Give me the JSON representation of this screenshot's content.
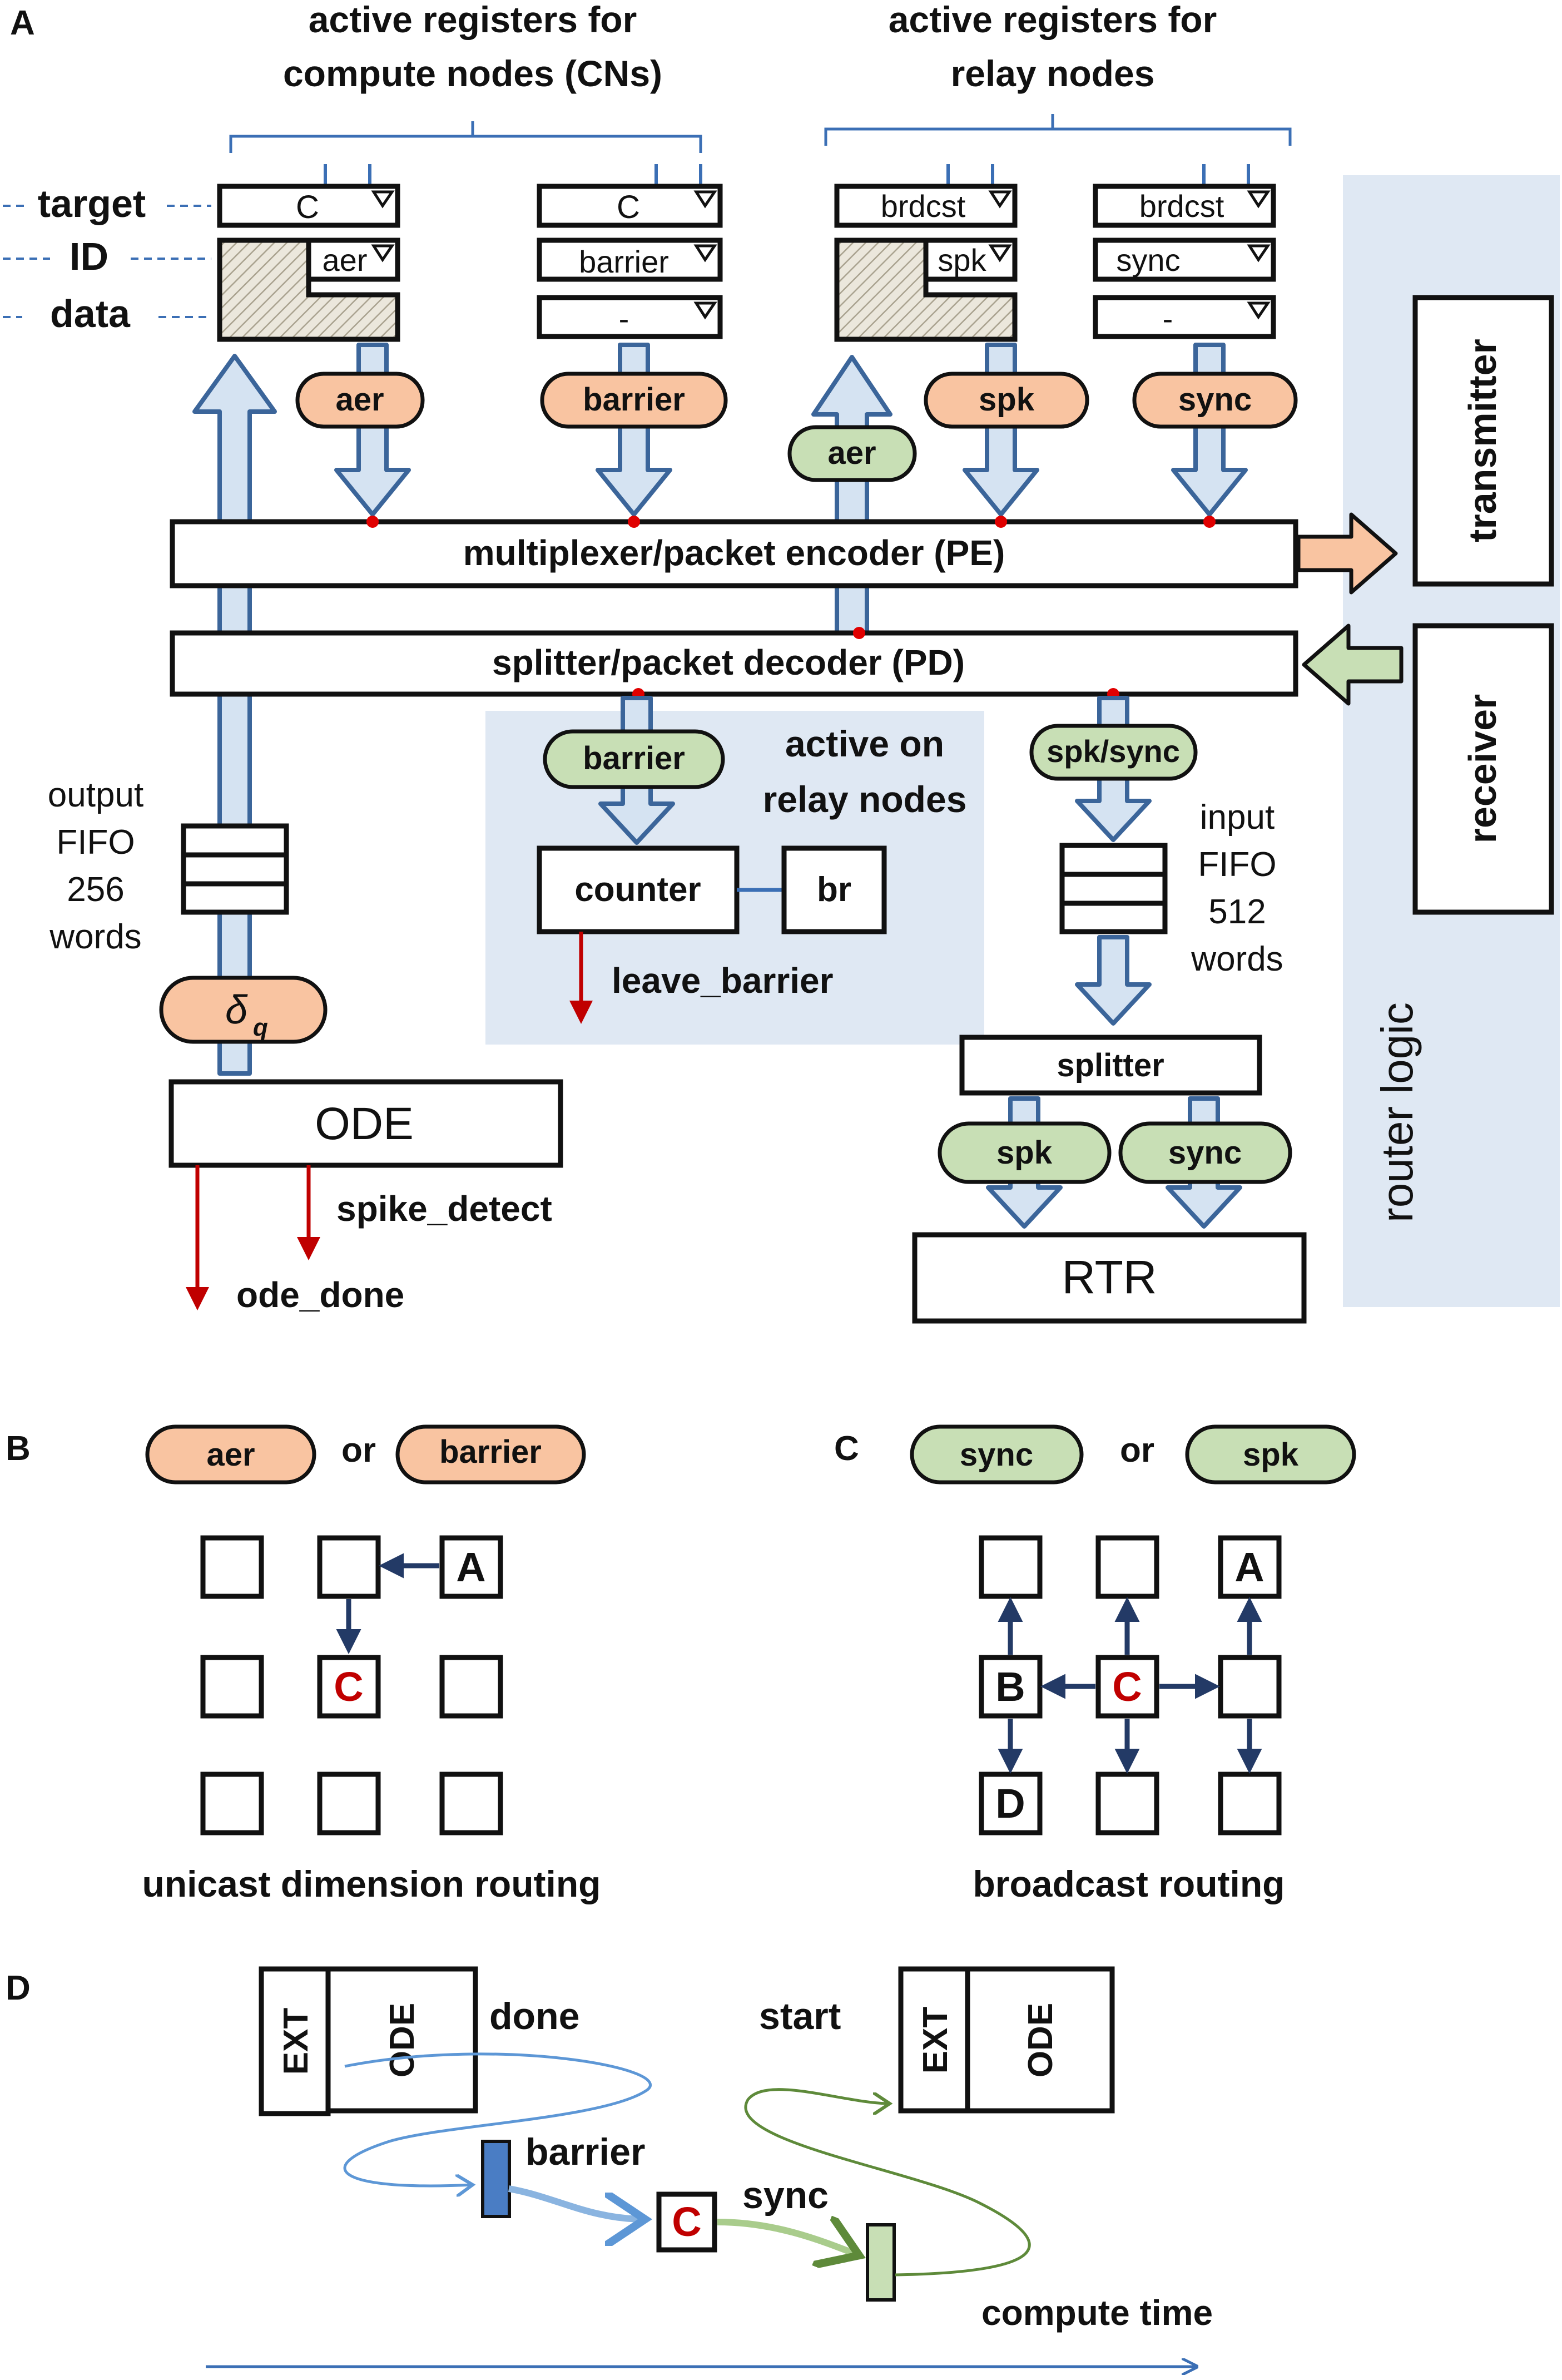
{
  "panels": {
    "a": "A",
    "b": "B",
    "c": "C",
    "d": "D"
  },
  "headers": {
    "cn_line1": "active registers for",
    "cn_line2": "compute nodes (CNs)",
    "relay_line1": "active registers for",
    "relay_line2": "relay nodes"
  },
  "row_labels": {
    "target": "target",
    "id": "ID",
    "data": "data"
  },
  "registers": {
    "r1_target": "C",
    "r1_id": "aer",
    "r2_target": "C",
    "r2_id": "barrier",
    "r2_data": "-",
    "r3_target": "brdcst",
    "r3_id": "spk",
    "r4_target": "brdcst",
    "r4_id": "sync",
    "r4_data": "-"
  },
  "pills": {
    "aer": "aer",
    "barrier": "barrier",
    "aer_in": "aer",
    "spk": "spk",
    "sync": "sync",
    "barrier_in": "barrier",
    "spk_sync": "spk/sync",
    "delta": "δ",
    "delta_sub": "q",
    "spk_out": "spk",
    "sync_out": "sync"
  },
  "blocks": {
    "pe": "multiplexer/packet encoder (PE)",
    "pd": "splitter/packet decoder (PD)",
    "transmitter": "transmitter",
    "receiver": "receiver",
    "router_logic": "router logic",
    "counter": "counter",
    "br": "br",
    "splitter": "splitter",
    "ode": "ODE",
    "rtr": "RTR"
  },
  "labels": {
    "active_relay_1": "active on",
    "active_relay_2": "relay nodes",
    "output_fifo": [
      "output",
      "FIFO",
      "256",
      "words"
    ],
    "input_fifo": [
      "input",
      "FIFO",
      "512",
      "words"
    ],
    "leave_barrier": "leave_barrier",
    "spike_detect": "spike_detect",
    "ode_done": "ode_done"
  },
  "panel_b": {
    "pill1": "aer",
    "or": "or",
    "pill2": "barrier",
    "node_a": "A",
    "node_c": "C",
    "caption": "unicast dimension routing"
  },
  "panel_c": {
    "pill1": "sync",
    "or": "or",
    "pill2": "spk",
    "node_a": "A",
    "node_b": "B",
    "node_c": "C",
    "node_d": "D",
    "caption": "broadcast routing"
  },
  "panel_d": {
    "ext1": "EXT",
    "ode1": "ODE",
    "done": "done",
    "start": "start",
    "ext2": "EXT",
    "ode2": "ODE",
    "barrier": "barrier",
    "node_c": "C",
    "sync": "sync",
    "compute_time": "compute time"
  },
  "colors": {
    "orange_pill": "#f9c4a1",
    "green_pill": "#c8dfb5",
    "blue_region": "#dfe8f3",
    "arrow_fill": "#d5e3f2",
    "arrow_stroke": "#3b659a",
    "signal_red": "#c00000",
    "routing_navy": "#233a66"
  }
}
